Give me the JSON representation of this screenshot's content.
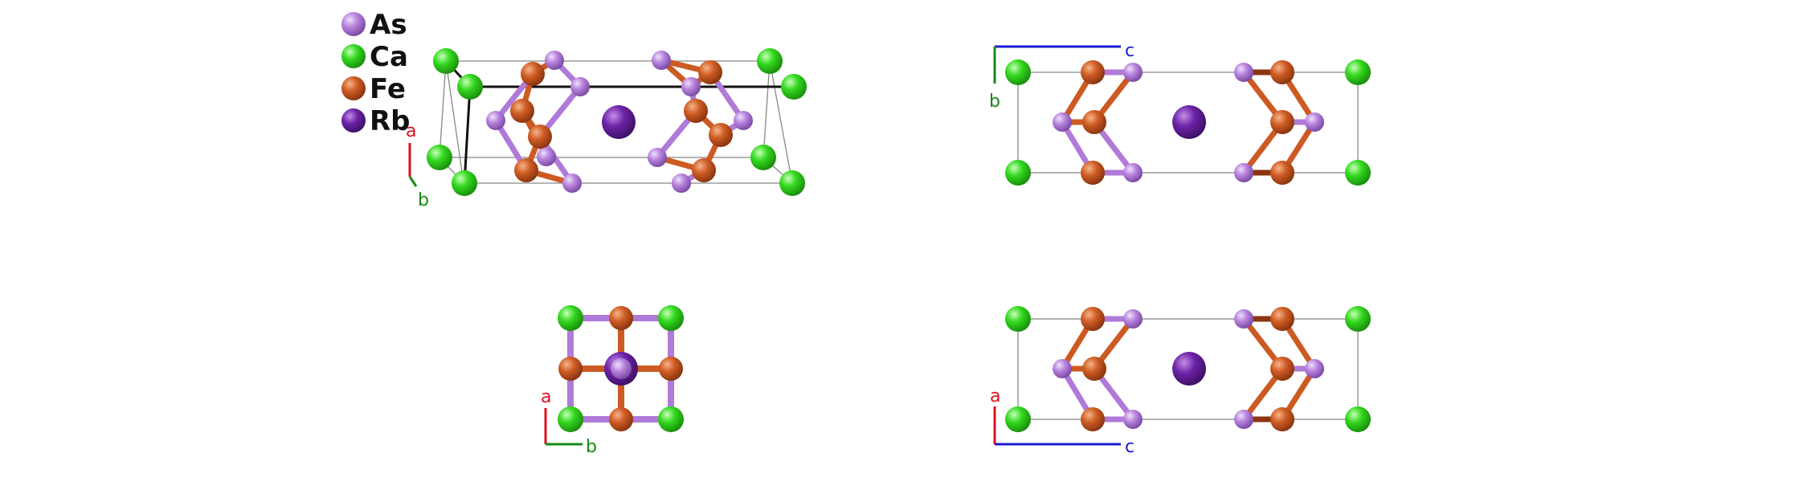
{
  "legend": [
    {
      "label": "As",
      "color": "#b07ad8",
      "icon": "as-atom-icon"
    },
    {
      "label": "Ca",
      "color": "#2fd61b",
      "icon": "ca-atom-icon"
    },
    {
      "label": "Fe",
      "color": "#cc5a22",
      "icon": "fe-atom-icon"
    },
    {
      "label": "Rb",
      "color": "#6a23a3",
      "icon": "rb-atom-icon"
    }
  ],
  "colors": {
    "axis_a": "#e0101c",
    "axis_b": "#158a15",
    "axis_c": "#1a1ad0",
    "cell_line": "#888888",
    "cell_line_dark": "#111111",
    "bond_as": "#b07ad8",
    "bond_fe": "#cc5a22"
  },
  "panels": [
    {
      "id": "perspective",
      "axes": [
        "a",
        "b"
      ]
    },
    {
      "id": "view-bc",
      "axes": [
        "c",
        "b"
      ]
    },
    {
      "id": "view-ab",
      "axes": [
        "a",
        "b"
      ]
    },
    {
      "id": "view-ac",
      "axes": [
        "a",
        "c"
      ]
    }
  ]
}
